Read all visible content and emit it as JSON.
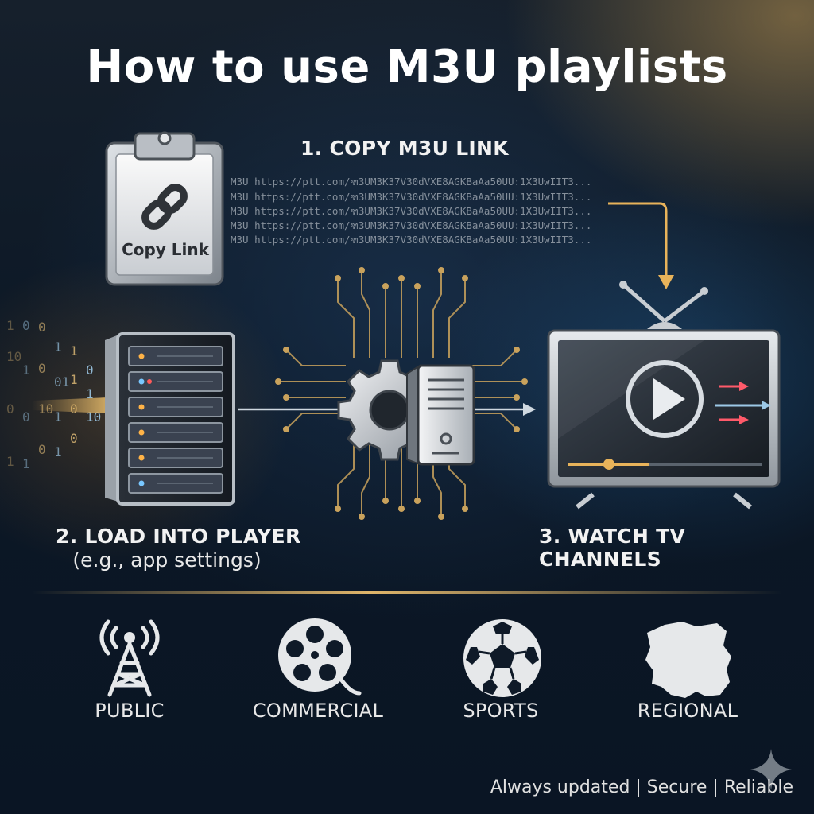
{
  "title": "How to use M3U playlists",
  "steps": {
    "step1": "1. COPY M3U LINK",
    "step2": "2. LOAD INTO PLAYER",
    "step2_sub": "(e.g., app settings)",
    "step3": "3. WATCH TV CHANNELS"
  },
  "clipboard_label": "Copy Link",
  "m3u_lines": [
    "M3U https://ptt.com/ฑ3UM3K37V30dVXE8AGKBaAa50UU:1X3UwIIT3...",
    "M3U https://ptt.com/ฑ3UM3K37V30dVXE8AGKBaAa50UU:1X3UwIIT3...",
    "M3U https://ptt.com/ฑ3UM3K37V30dVXE8AGKBaAa50UU:1X3UwIIT3...",
    "M3U https://ptt.com/ฑ3UM3K37V30dVXE8AGKBaAa50UU:1X3UwIIT3...",
    "M3U https://ptt.com/ฑ3UM3K37V30dVXE8AGKBaAa50UU:1X3UwIIT3..."
  ],
  "categories": [
    {
      "label": "PUBLIC",
      "icon": "broadcast-tower-icon"
    },
    {
      "label": "COMMERCIAL",
      "icon": "film-reel-icon"
    },
    {
      "label": "SPORTS",
      "icon": "soccer-ball-icon"
    },
    {
      "label": "REGIONAL",
      "icon": "region-map-icon"
    }
  ],
  "binary_digits": [
    "1",
    "0",
    "0",
    "1",
    "1",
    "0",
    "10",
    "1",
    "0",
    "01",
    "1",
    "1",
    "0",
    "0",
    "10",
    "1",
    "0",
    "10",
    "1",
    "1",
    "0",
    "1",
    "0"
  ],
  "footer": "Always updated | Secure | Reliable",
  "colors": {
    "accent_gold": "#e8b35a",
    "bg_dark": "#0a1626",
    "arrow_blue": "#9cc8e6"
  }
}
